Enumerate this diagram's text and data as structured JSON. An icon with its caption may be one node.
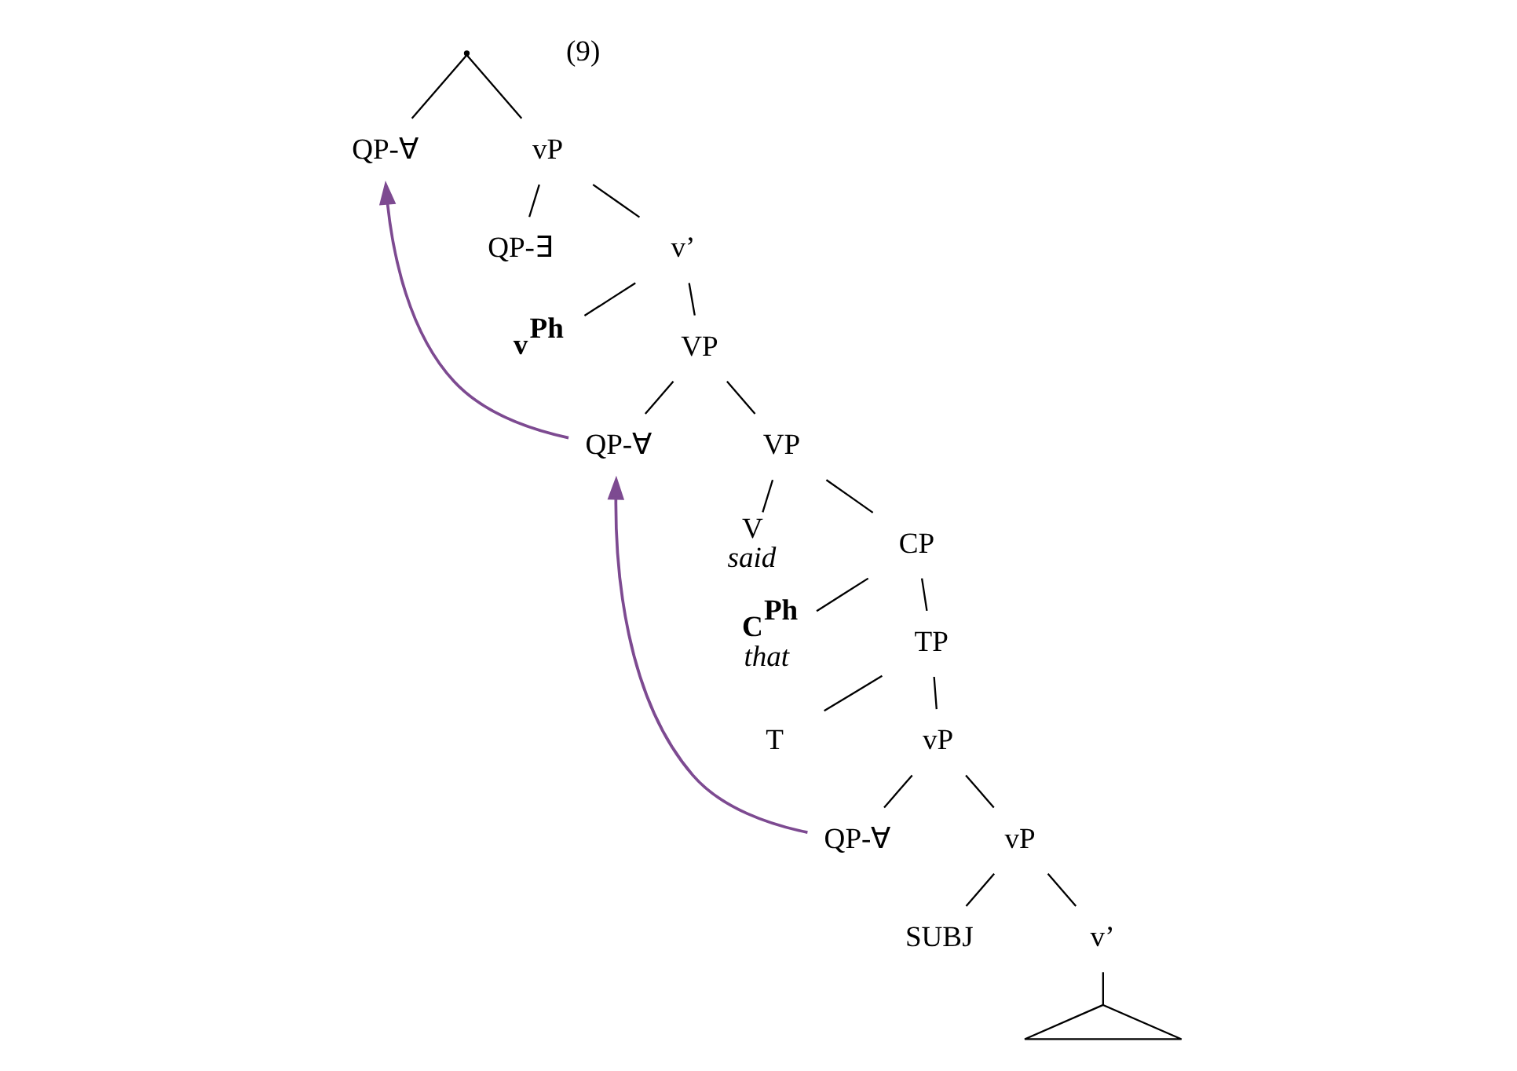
{
  "diagram": {
    "nodes": [
      {
        "text": [],
        "shape": "point"
      },
      {
        "text": [
          "QP-∀"
        ]
      },
      {
        "text": [
          "vP"
        ]
      },
      {
        "text": [
          "QP-∃"
        ]
      },
      {
        "text": [
          "v’"
        ]
      },
      {
        "text": [
          "v$^{Ph}$"
        ]
      },
      {
        "text": [
          "VP"
        ]
      },
      {
        "text": [
          "QP-∀"
        ]
      },
      {
        "text": [
          "VP"
        ]
      },
      {
        "text": [
          "V",
          "said"
        ]
      },
      {
        "text": [
          "CP"
        ]
      },
      {
        "text": [
          "C$^{Ph}$",
          "that"
        ]
      },
      {
        "text": [
          "TP"
        ]
      },
      {
        "text": [
          "T"
        ]
      },
      {
        "text": [
          "vP"
        ]
      },
      {
        "text": [
          "QP-∀"
        ]
      },
      {
        "text": [
          "vP"
        ]
      },
      {
        "text": [
          "SUBJ"
        ]
      },
      {
        "text": [
          "v’"
        ]
      },
      {
        "text": [],
        "shape": "triangle"
      }
    ],
    "edges": [
      {
        "from": 0,
        "to": 1,
        "arrow": "none"
      },
      {
        "from": 0,
        "to": 2,
        "arrow": "none"
      },
      {
        "from": 2,
        "to": 3,
        "arrow": "none"
      },
      {
        "from": 2,
        "to": 4,
        "arrow": "none"
      },
      {
        "from": 4,
        "to": 5,
        "arrow": "none"
      },
      {
        "from": 4,
        "to": 6,
        "arrow": "none"
      },
      {
        "from": 6,
        "to": 7,
        "arrow": "none"
      },
      {
        "from": 6,
        "to": 8,
        "arrow": "none"
      },
      {
        "from": 8,
        "to": 9,
        "arrow": "none"
      },
      {
        "from": 8,
        "to": 10,
        "arrow": "none"
      },
      {
        "from": 10,
        "to": 11,
        "arrow": "none"
      },
      {
        "from": 10,
        "to": 12,
        "arrow": "none"
      },
      {
        "from": 12,
        "to": 13,
        "arrow": "none"
      },
      {
        "from": 12,
        "to": 14,
        "arrow": "none"
      },
      {
        "from": 14,
        "to": 15,
        "arrow": "none"
      },
      {
        "from": 14,
        "to": 16,
        "arrow": "none"
      },
      {
        "from": 16,
        "to": 17,
        "arrow": "none"
      },
      {
        "from": 16,
        "to": 18,
        "arrow": "none"
      },
      {
        "from": 18,
        "to": 19,
        "arrow": "none"
      },
      {
        "from": 7,
        "to": 1,
        "arrow": "to",
        "color": "#7d4a91"
      },
      {
        "from": 15,
        "to": 7,
        "arrow": "to",
        "color": "#7d4a91"
      }
    ],
    "labels": [
      "(9)"
    ]
  }
}
